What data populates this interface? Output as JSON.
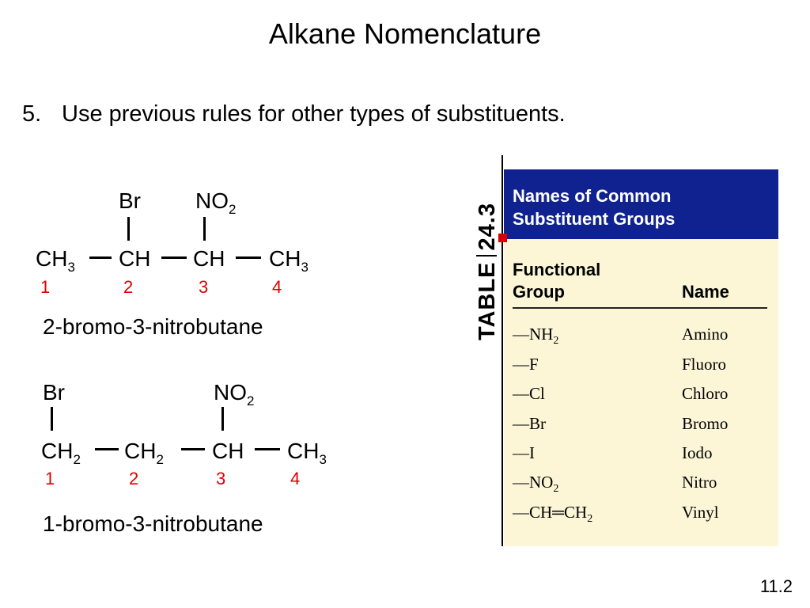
{
  "slide": {
    "title": "Alkane Nomenclature",
    "rule_number": "5.",
    "rule_text": "Use previous rules for other types of substituents.",
    "page_number": "11.2"
  },
  "example1": {
    "sub_left": "Br",
    "sub_right_main": "NO",
    "sub_right_sub": "2",
    "chain": [
      {
        "main": "CH",
        "sub": "3"
      },
      {
        "main": "CH",
        "sub": ""
      },
      {
        "main": "CH",
        "sub": ""
      },
      {
        "main": "CH",
        "sub": "3"
      }
    ],
    "numbers": [
      "1",
      "2",
      "3",
      "4"
    ],
    "name": "2-bromo-3-nitrobutane"
  },
  "example2": {
    "sub_left": "Br",
    "sub_right_main": "NO",
    "sub_right_sub": "2",
    "chain": [
      {
        "main": "CH",
        "sub": "2"
      },
      {
        "main": "CH",
        "sub": "2"
      },
      {
        "main": "CH",
        "sub": ""
      },
      {
        "main": "CH",
        "sub": "3"
      }
    ],
    "numbers": [
      "1",
      "2",
      "3",
      "4"
    ],
    "name": "1-bromo-3-nitrobutane"
  },
  "table": {
    "tag_word": "TABLE",
    "tag_number": "24.3",
    "title_line1": "Names of Common",
    "title_line2": "Substituent Groups",
    "col_group_line1": "Functional",
    "col_group_line2": "Group",
    "col_name": "Name",
    "rows": [
      {
        "group": "—NH",
        "group_sub": "2",
        "group_tail": "",
        "name": "Amino"
      },
      {
        "group": "—F",
        "group_sub": "",
        "group_tail": "",
        "name": "Fluoro"
      },
      {
        "group": "—Cl",
        "group_sub": "",
        "group_tail": "",
        "name": "Chloro"
      },
      {
        "group": "—Br",
        "group_sub": "",
        "group_tail": "",
        "name": "Bromo"
      },
      {
        "group": "—I",
        "group_sub": "",
        "group_tail": "",
        "name": "Iodo"
      },
      {
        "group": "—NO",
        "group_sub": "2",
        "group_tail": "",
        "name": "Nitro"
      },
      {
        "group": "—CH═CH",
        "group_sub": "2",
        "group_tail": "",
        "name": "Vinyl"
      }
    ]
  },
  "colors": {
    "locant": "#e00000",
    "table_header": "#0f2290",
    "table_panel": "#fcf6d7",
    "marker": "#d80000"
  }
}
